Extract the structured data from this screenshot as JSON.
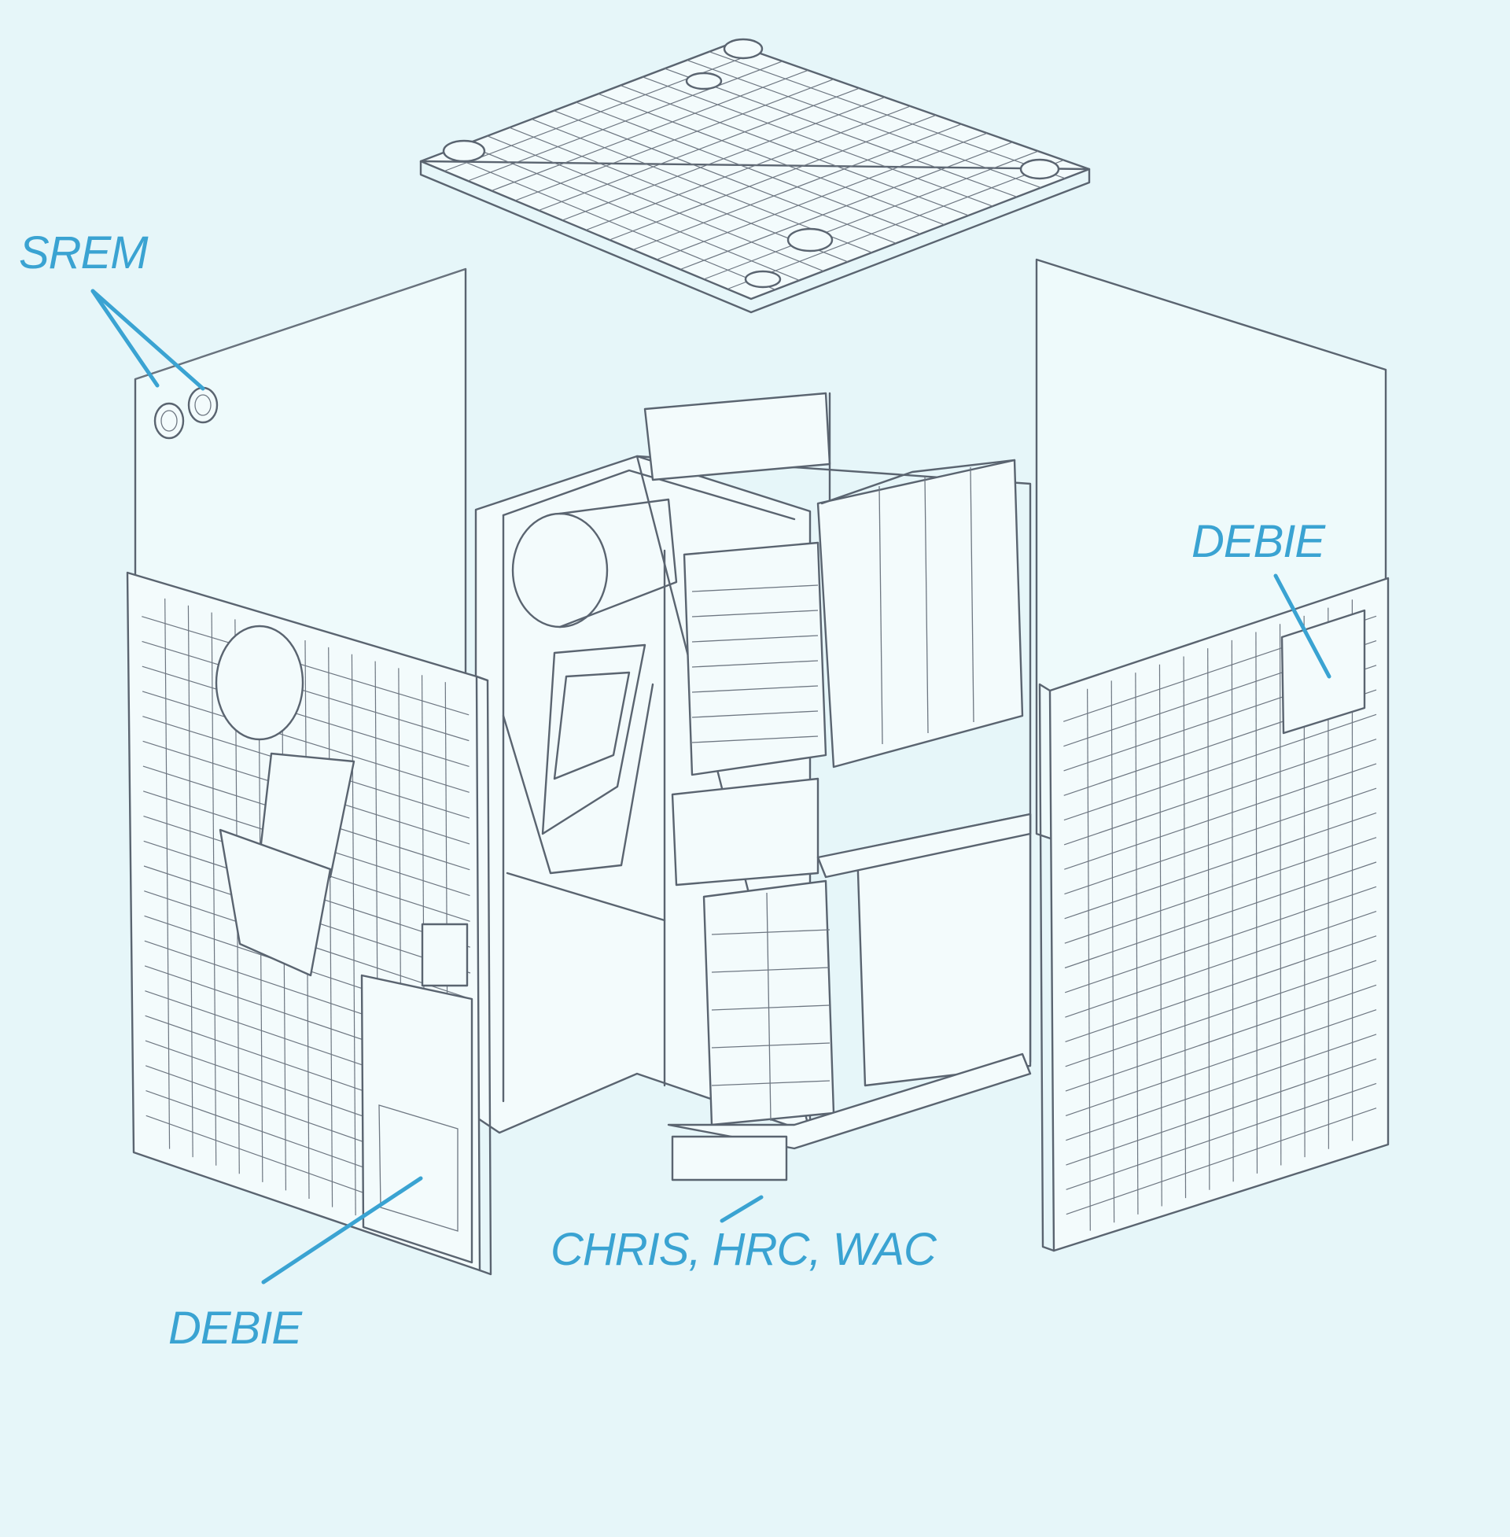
{
  "diagram": {
    "labels": {
      "srem": "SREM",
      "debie_right": "DEBIE",
      "debie_left": "DEBIE",
      "chris_hrc_wac": "CHRIS, HRC, WAC"
    }
  },
  "colors": {
    "background": "#e6f6f9",
    "line_art": "#5a6470",
    "annotation": "#3aa3d2"
  }
}
